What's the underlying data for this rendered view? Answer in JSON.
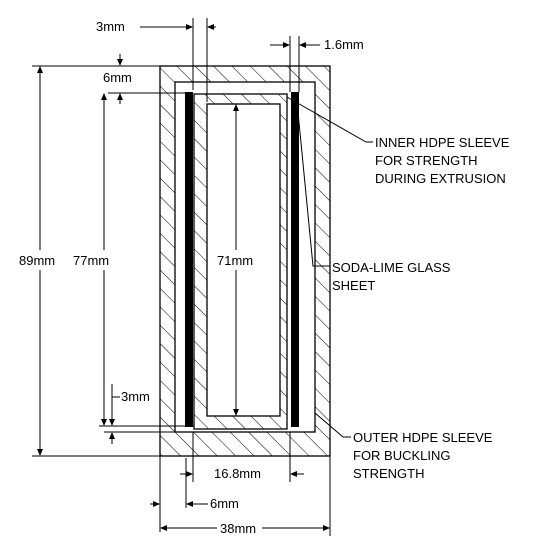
{
  "dimensions": {
    "inner_gap": "3mm",
    "glass_thickness": "1.6mm",
    "top_wall": "6mm",
    "total_height": "89mm",
    "inner_height": "77mm",
    "sleeve_height": "71mm",
    "bottom_gap": "3mm",
    "inner_width": "16.8mm",
    "side_wall": "6mm",
    "total_width": "38mm"
  },
  "labels": {
    "inner_sleeve": [
      "INNER HDPE SLEEVE",
      "FOR STRENGTH",
      "DURING EXTRUSION"
    ],
    "glass_sheet": [
      "SODA-LIME GLASS",
      "SHEET"
    ],
    "outer_sleeve": [
      "OUTER HDPE SLEEVE",
      "FOR BUCKLING",
      "STRENGTH"
    ]
  },
  "colors": {
    "line": "#000000",
    "glass": "#000000",
    "background": "#ffffff"
  }
}
